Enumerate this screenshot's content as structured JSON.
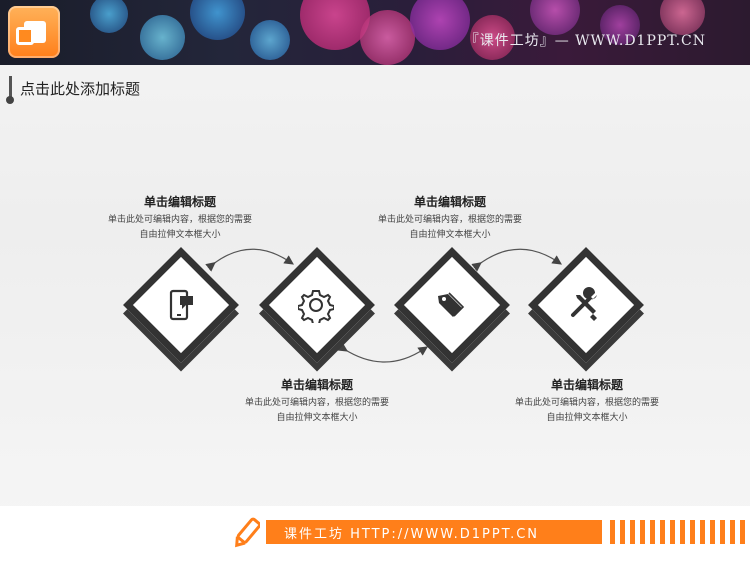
{
  "header": {
    "banner_title": "『课件工坊』— WWW.D1PPT.CN",
    "logo_icon": "presentation-icon"
  },
  "page": {
    "title": "点击此处添加标题"
  },
  "steps": [
    {
      "heading": "单击编辑标题",
      "line1": "单击此处可编辑内容，根据您的需要",
      "line2": "自由拉伸文本框大小",
      "icon": "mobile-chat-icon"
    },
    {
      "heading": "单击编辑标题",
      "line1": "单击此处可编辑内容，根据您的需要",
      "line2": "自由拉伸文本框大小",
      "icon": "gear-icon"
    },
    {
      "heading": "单击编辑标题",
      "line1": "单击此处可编辑内容，根据您的需要",
      "line2": "自由拉伸文本框大小",
      "icon": "tag-icon"
    },
    {
      "heading": "单击编辑标题",
      "line1": "单击此处可编辑内容，根据您的需要",
      "line2": "自由拉伸文本框大小",
      "icon": "tools-icon"
    }
  ],
  "footer": {
    "text": "课件工坊 HTTP://WWW.D1PPT.CN",
    "accent": "#ff7f1a"
  }
}
